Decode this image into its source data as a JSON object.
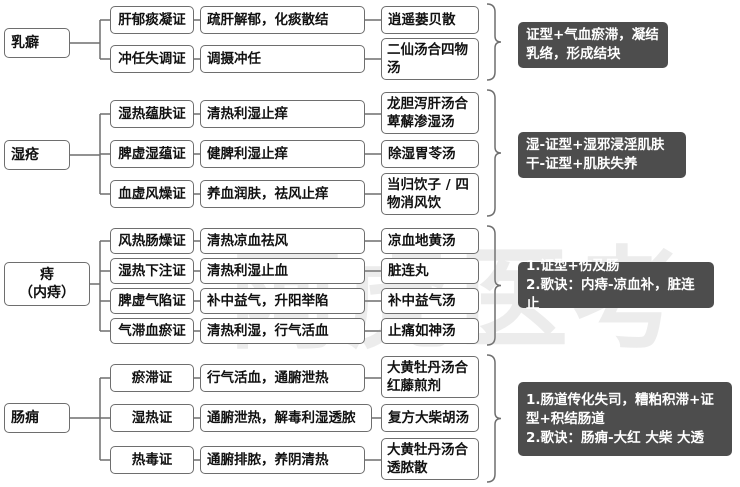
{
  "watermark": "阿虎医考",
  "diseases": [
    {
      "name": "乳癖",
      "sub": "",
      "rows": [
        {
          "syndrome": "肝郁痰凝证",
          "method": "疏肝解郁，化痰散结",
          "formula": "逍遥蒌贝散"
        },
        {
          "syndrome": "冲任失调证",
          "method": "调摄冲任",
          "formula": "二仙汤合四物汤"
        }
      ],
      "note": [
        "证型+气血瘀滞，凝结乳络，形成结块"
      ]
    },
    {
      "name": "湿疮",
      "sub": "",
      "rows": [
        {
          "syndrome": "湿热蕴肤证",
          "method": "清热利湿止痒",
          "formula": "龙胆泻肝汤合萆薢渗湿汤"
        },
        {
          "syndrome": "脾虚湿蕴证",
          "method": "健脾利湿止痒",
          "formula": "除湿胃苓汤"
        },
        {
          "syndrome": "血虚风燥证",
          "method": "养血润肤，祛风止痒",
          "formula": "当归饮子 / 四物消风饮"
        }
      ],
      "note": [
        "湿-证型+湿邪浸淫肌肤",
        "干-证型+肌肤失养"
      ]
    },
    {
      "name": "痔",
      "sub": "（内痔）",
      "rows": [
        {
          "syndrome": "风热肠燥证",
          "method": "清热凉血祛风",
          "formula": "凉血地黄汤"
        },
        {
          "syndrome": "湿热下注证",
          "method": "清热利湿止血",
          "formula": "脏连丸"
        },
        {
          "syndrome": "脾虚气陷证",
          "method": "补中益气，升阳举陷",
          "formula": "补中益气汤"
        },
        {
          "syndrome": "气滞血瘀证",
          "method": "清热利湿，行气活血",
          "formula": "止痛如神汤"
        }
      ],
      "note": [
        "1.证型+伤及肠",
        "2.歌诀：内痔-凉血补，脏连止"
      ]
    },
    {
      "name": "肠痈",
      "sub": "",
      "rows": [
        {
          "syndrome": "瘀滞证",
          "method": "行气活血，通腑泄热",
          "formula": "大黄牡丹汤合红藤煎剂"
        },
        {
          "syndrome": "湿热证",
          "method": "通腑泄热，解毒利湿透脓",
          "formula": "复方大柴胡汤"
        },
        {
          "syndrome": "热毒证",
          "method": "通腑排脓，养阴清热",
          "formula": "大黄牡丹汤合透脓散"
        }
      ],
      "note": [
        "1.肠道传化失司，糟粕积滞+证型+积结肠道",
        "2.歌诀：肠痈-大红 大柴 大透"
      ]
    }
  ]
}
